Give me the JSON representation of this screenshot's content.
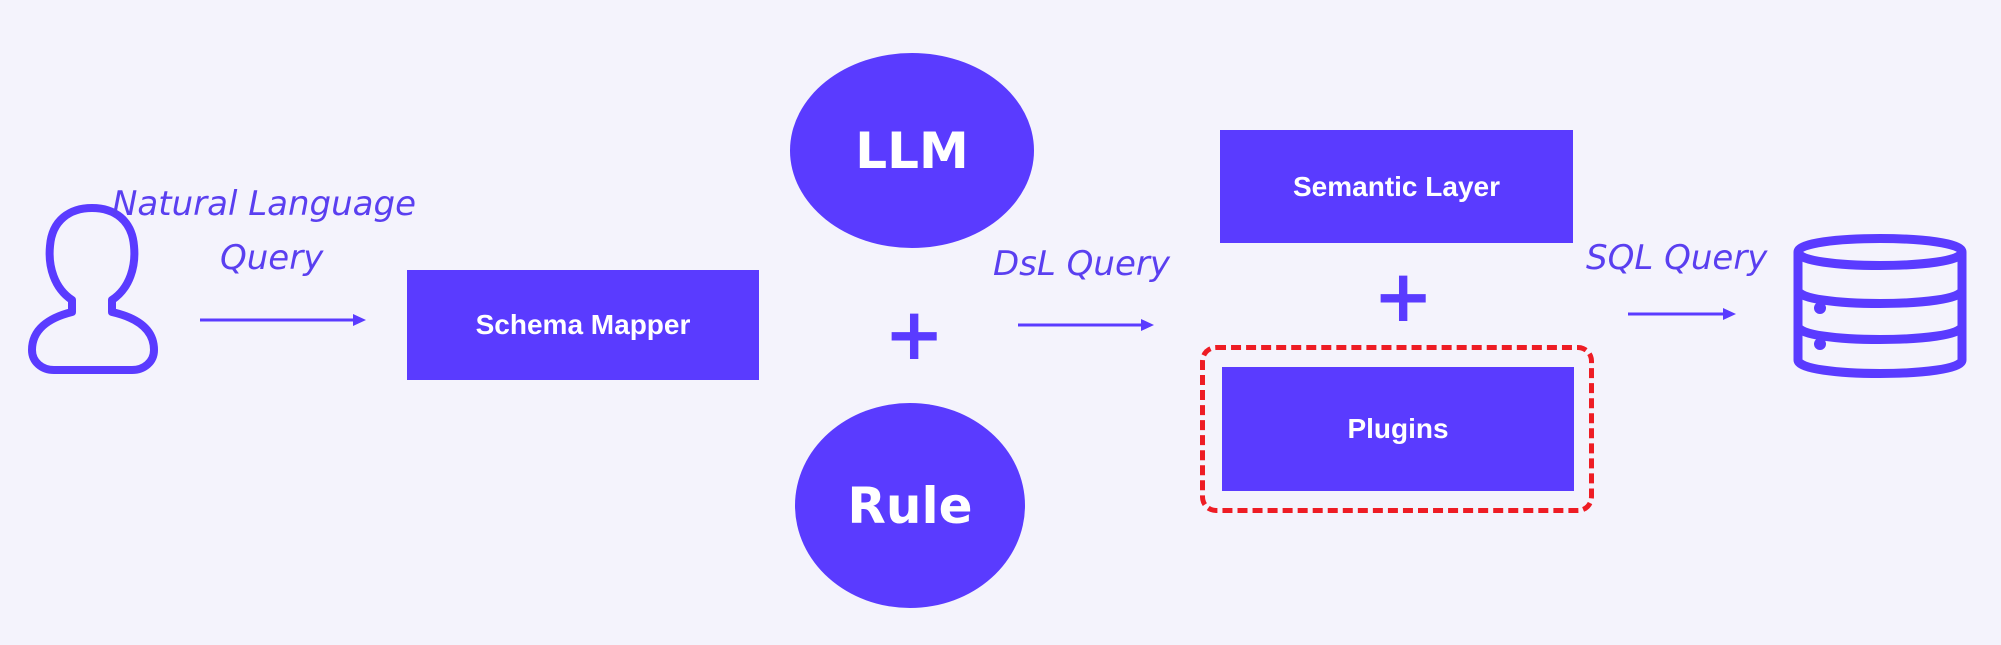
{
  "labels": {
    "natural_language_line1": "Natural Language",
    "natural_language_line2": "Query",
    "dsl_query": "DsL Query",
    "sql_query": "SQL Query"
  },
  "boxes": {
    "schema_mapper": "Schema Mapper",
    "semantic_layer": "Semantic Layer",
    "plugins": "Plugins"
  },
  "circles": {
    "llm": "LLM",
    "rule": "Rule"
  },
  "symbols": {
    "plus": "+"
  },
  "icons": {
    "user": "user-icon",
    "database": "database-icon"
  },
  "colors": {
    "primary": "#5a3bff",
    "highlight": "#ee1c24",
    "background": "#f4f3fc"
  }
}
